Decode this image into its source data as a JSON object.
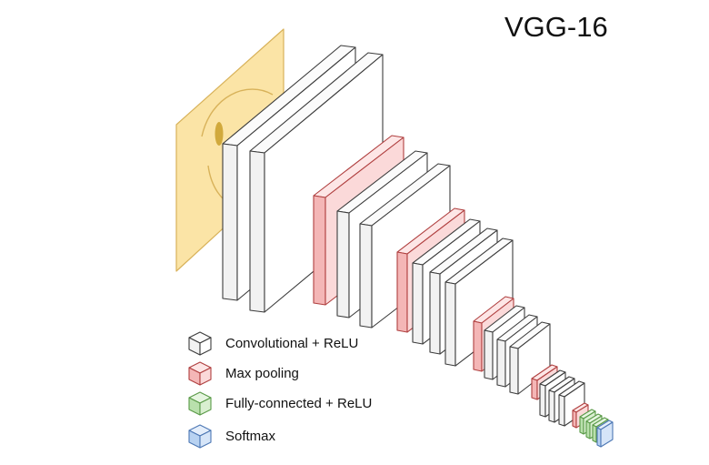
{
  "title": "VGG-16",
  "legend": [
    {
      "label": "Convolutional + ReLU",
      "kind": "conv"
    },
    {
      "label": "Max pooling",
      "kind": "pool"
    },
    {
      "label": "Fully-connected + ReLU",
      "kind": "fc"
    },
    {
      "label": "Softmax",
      "kind": "softmax"
    }
  ],
  "colors": {
    "conv": {
      "front": "#f2f2f2",
      "side": "#ffffff",
      "top": "#fbfbfb",
      "stroke": "#3c3c3c"
    },
    "pool": {
      "front": "#f4b6b6",
      "side": "#fbd9d9",
      "top": "#fde6e6",
      "stroke": "#b04040"
    },
    "fc": {
      "front": "#b9e0ac",
      "side": "#d9efd0",
      "top": "#e6f5e0",
      "stroke": "#5a9a48"
    },
    "softmax": {
      "front": "#b8d2f1",
      "side": "#d6e5f8",
      "top": "#e4eefb",
      "stroke": "#4d78b5"
    },
    "input": {
      "fill": "#fbe4a6",
      "stroke": "#d8b25a",
      "face": "#d1a93c"
    }
  },
  "layers": [
    {
      "kind": "input"
    },
    {
      "kind": "conv"
    },
    {
      "kind": "conv"
    },
    {
      "kind": "pool"
    },
    {
      "kind": "conv"
    },
    {
      "kind": "conv"
    },
    {
      "kind": "pool"
    },
    {
      "kind": "conv"
    },
    {
      "kind": "conv"
    },
    {
      "kind": "conv"
    },
    {
      "kind": "pool"
    },
    {
      "kind": "conv"
    },
    {
      "kind": "conv"
    },
    {
      "kind": "conv"
    },
    {
      "kind": "pool"
    },
    {
      "kind": "conv"
    },
    {
      "kind": "conv"
    },
    {
      "kind": "conv"
    },
    {
      "kind": "pool"
    },
    {
      "kind": "fc"
    },
    {
      "kind": "fc"
    },
    {
      "kind": "fc"
    },
    {
      "kind": "softmax"
    }
  ]
}
